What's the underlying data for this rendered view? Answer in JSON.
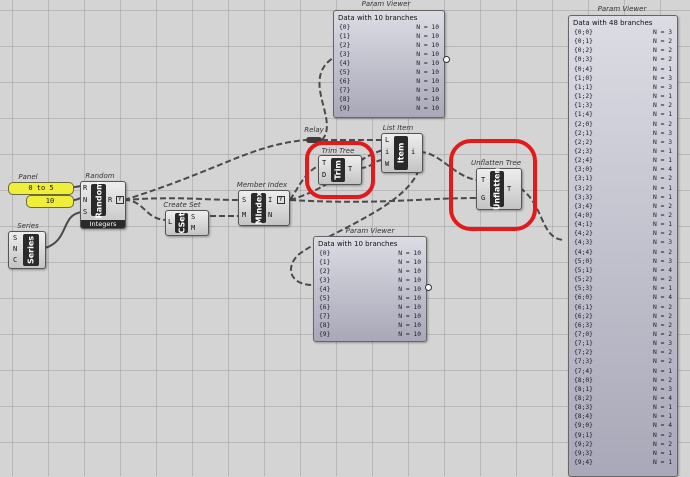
{
  "components": {
    "panel": {
      "title": "Panel",
      "values": [
        "0 to 5",
        "10"
      ]
    },
    "series": {
      "title": "Series",
      "core": "Series",
      "inputs": [
        "S",
        "N",
        "C"
      ],
      "outputs": []
    },
    "random": {
      "title": "Random",
      "core": "Random",
      "inputs": [
        "R",
        "N",
        "S"
      ],
      "outputs": [
        "R"
      ],
      "footer": "Integers",
      "marker": "Y"
    },
    "create_set": {
      "title": "Create Set",
      "core": "CSet",
      "inputs": [
        "L"
      ],
      "outputs": [
        "S",
        "M"
      ]
    },
    "member_index": {
      "title": "Member Index",
      "core": "MIndex",
      "inputs": [
        "S",
        "M"
      ],
      "outputs": [
        "I",
        "N"
      ],
      "marker": "Y"
    },
    "relay": {
      "title": "Relay"
    },
    "trim_tree": {
      "title": "Trim Tree",
      "core": "Trim",
      "inputs": [
        "T",
        "D"
      ],
      "outputs": [
        "T"
      ]
    },
    "list_item": {
      "title": "List Item",
      "core": "Item",
      "inputs": [
        "L",
        "i",
        "W"
      ],
      "outputs": [
        "i"
      ]
    },
    "unflatten_tree": {
      "title": "Unflatten Tree",
      "core": "Unflatten",
      "inputs": [
        "T",
        "G"
      ],
      "outputs": [
        "T"
      ]
    }
  },
  "param_viewers": [
    {
      "title": "Param Viewer",
      "header": "Data with 10 branches",
      "rows": [
        [
          "{0}",
          "N = 10"
        ],
        [
          "{1}",
          "N = 10"
        ],
        [
          "{2}",
          "N = 10"
        ],
        [
          "{3}",
          "N = 10"
        ],
        [
          "{4}",
          "N = 10"
        ],
        [
          "{5}",
          "N = 10"
        ],
        [
          "{6}",
          "N = 10"
        ],
        [
          "{7}",
          "N = 10"
        ],
        [
          "{8}",
          "N = 10"
        ],
        [
          "{9}",
          "N = 10"
        ]
      ]
    },
    {
      "title": "Param Viewer",
      "header": "Data with 10 branches",
      "rows": [
        [
          "{0}",
          "N = 10"
        ],
        [
          "{1}",
          "N = 10"
        ],
        [
          "{2}",
          "N = 10"
        ],
        [
          "{3}",
          "N = 10"
        ],
        [
          "{4}",
          "N = 10"
        ],
        [
          "{5}",
          "N = 10"
        ],
        [
          "{6}",
          "N = 10"
        ],
        [
          "{7}",
          "N = 10"
        ],
        [
          "{8}",
          "N = 10"
        ],
        [
          "{9}",
          "N = 10"
        ]
      ]
    },
    {
      "title": "Param Viewer",
      "header": "Data with 48 branches",
      "rows": [
        [
          "{0;0}",
          "N = 3"
        ],
        [
          "{0;1}",
          "N = 2"
        ],
        [
          "{0;2}",
          "N = 2"
        ],
        [
          "{0;3}",
          "N = 2"
        ],
        [
          "{0;4}",
          "N = 1"
        ],
        [
          "{1;0}",
          "N = 3"
        ],
        [
          "{1;1}",
          "N = 3"
        ],
        [
          "{1;2}",
          "N = 1"
        ],
        [
          "{1;3}",
          "N = 2"
        ],
        [
          "{1;4}",
          "N = 1"
        ],
        [
          "{2;0}",
          "N = 2"
        ],
        [
          "{2;1}",
          "N = 3"
        ],
        [
          "{2;2}",
          "N = 3"
        ],
        [
          "{2;3}",
          "N = 1"
        ],
        [
          "{2;4}",
          "N = 1"
        ],
        [
          "{3;0}",
          "N = 4"
        ],
        [
          "{3;1}",
          "N = 2"
        ],
        [
          "{3;2}",
          "N = 1"
        ],
        [
          "{3;3}",
          "N = 1"
        ],
        [
          "{3;4}",
          "N = 2"
        ],
        [
          "{4;0}",
          "N = 2"
        ],
        [
          "{4;1}",
          "N = 1"
        ],
        [
          "{4;2}",
          "N = 2"
        ],
        [
          "{4;3}",
          "N = 3"
        ],
        [
          "{4;4}",
          "N = 2"
        ],
        [
          "{5;0}",
          "N = 3"
        ],
        [
          "{5;1}",
          "N = 4"
        ],
        [
          "{5;2}",
          "N = 2"
        ],
        [
          "{5;3}",
          "N = 1"
        ],
        [
          "{6;0}",
          "N = 4"
        ],
        [
          "{6;1}",
          "N = 2"
        ],
        [
          "{6;2}",
          "N = 2"
        ],
        [
          "{6;3}",
          "N = 2"
        ],
        [
          "{7;0}",
          "N = 2"
        ],
        [
          "{7;1}",
          "N = 3"
        ],
        [
          "{7;2}",
          "N = 2"
        ],
        [
          "{7;3}",
          "N = 2"
        ],
        [
          "{7;4}",
          "N = 1"
        ],
        [
          "{8;0}",
          "N = 2"
        ],
        [
          "{8;1}",
          "N = 3"
        ],
        [
          "{8;2}",
          "N = 4"
        ],
        [
          "{8;3}",
          "N = 1"
        ],
        [
          "{8;4}",
          "N = 1"
        ],
        [
          "{9;0}",
          "N = 4"
        ],
        [
          "{9;1}",
          "N = 2"
        ],
        [
          "{9;2}",
          "N = 2"
        ],
        [
          "{9;3}",
          "N = 1"
        ],
        [
          "{9;4}",
          "N = 1"
        ]
      ]
    }
  ],
  "colors": {
    "highlight": "#e21a1a",
    "panel_fill": "#f0ee3a",
    "core": "#2a2a2a",
    "canvas": "#d4d4d4"
  }
}
